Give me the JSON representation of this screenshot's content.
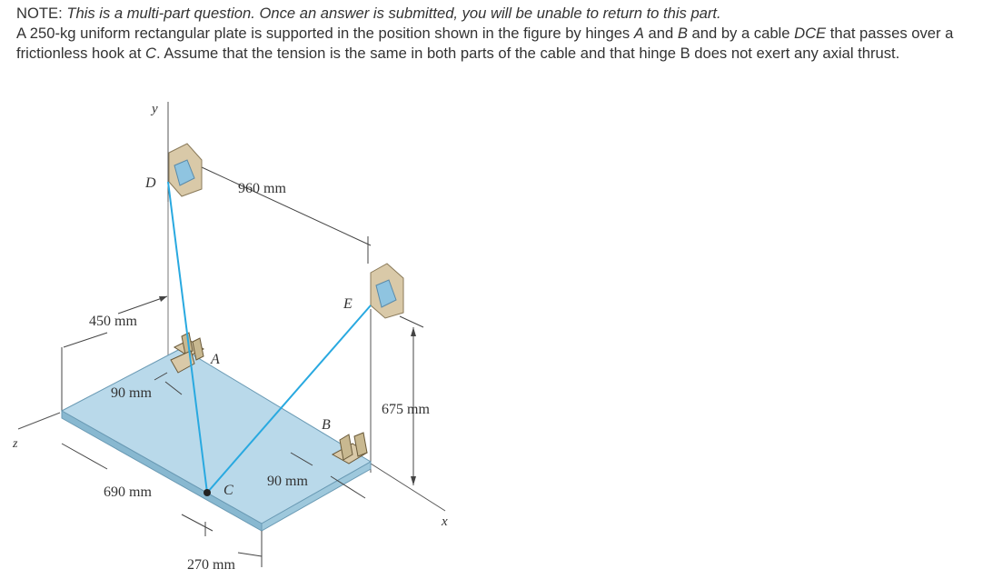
{
  "problem": {
    "note_prefix": "NOTE: ",
    "note_italic": "This is a multi-part question. Once an answer is submitted, you will be unable to return to this part.",
    "s1": "A 250-kg uniform rectangular plate is supported in the position shown in the figure by hinges ",
    "A": "A",
    "s2": " and ",
    "B": "B",
    "s3": " and by a cable ",
    "DCE": "DCE",
    "s4": " that passes over a frictionless hook at ",
    "C": "C",
    "s5": ". Assume that the tension is the same in both parts of the cable and that hinge B does not exert any axial thrust."
  },
  "figure": {
    "axis_y": "y",
    "axis_z": "z",
    "axis_x": "x",
    "point_D": "D",
    "point_E": "E",
    "point_A": "A",
    "point_B": "B",
    "point_C": "C",
    "dim_960": "960 mm",
    "dim_450": "450 mm",
    "dim_90_left": "90 mm",
    "dim_675": "675 mm",
    "dim_90_right": "90 mm",
    "dim_690": "690 mm",
    "dim_270": "270 mm",
    "colors": {
      "plate_top": "#b9d9ea",
      "plate_edge": "#88b8d0",
      "cable": "#29a9e0",
      "bracket": "#d9c9a8"
    }
  }
}
